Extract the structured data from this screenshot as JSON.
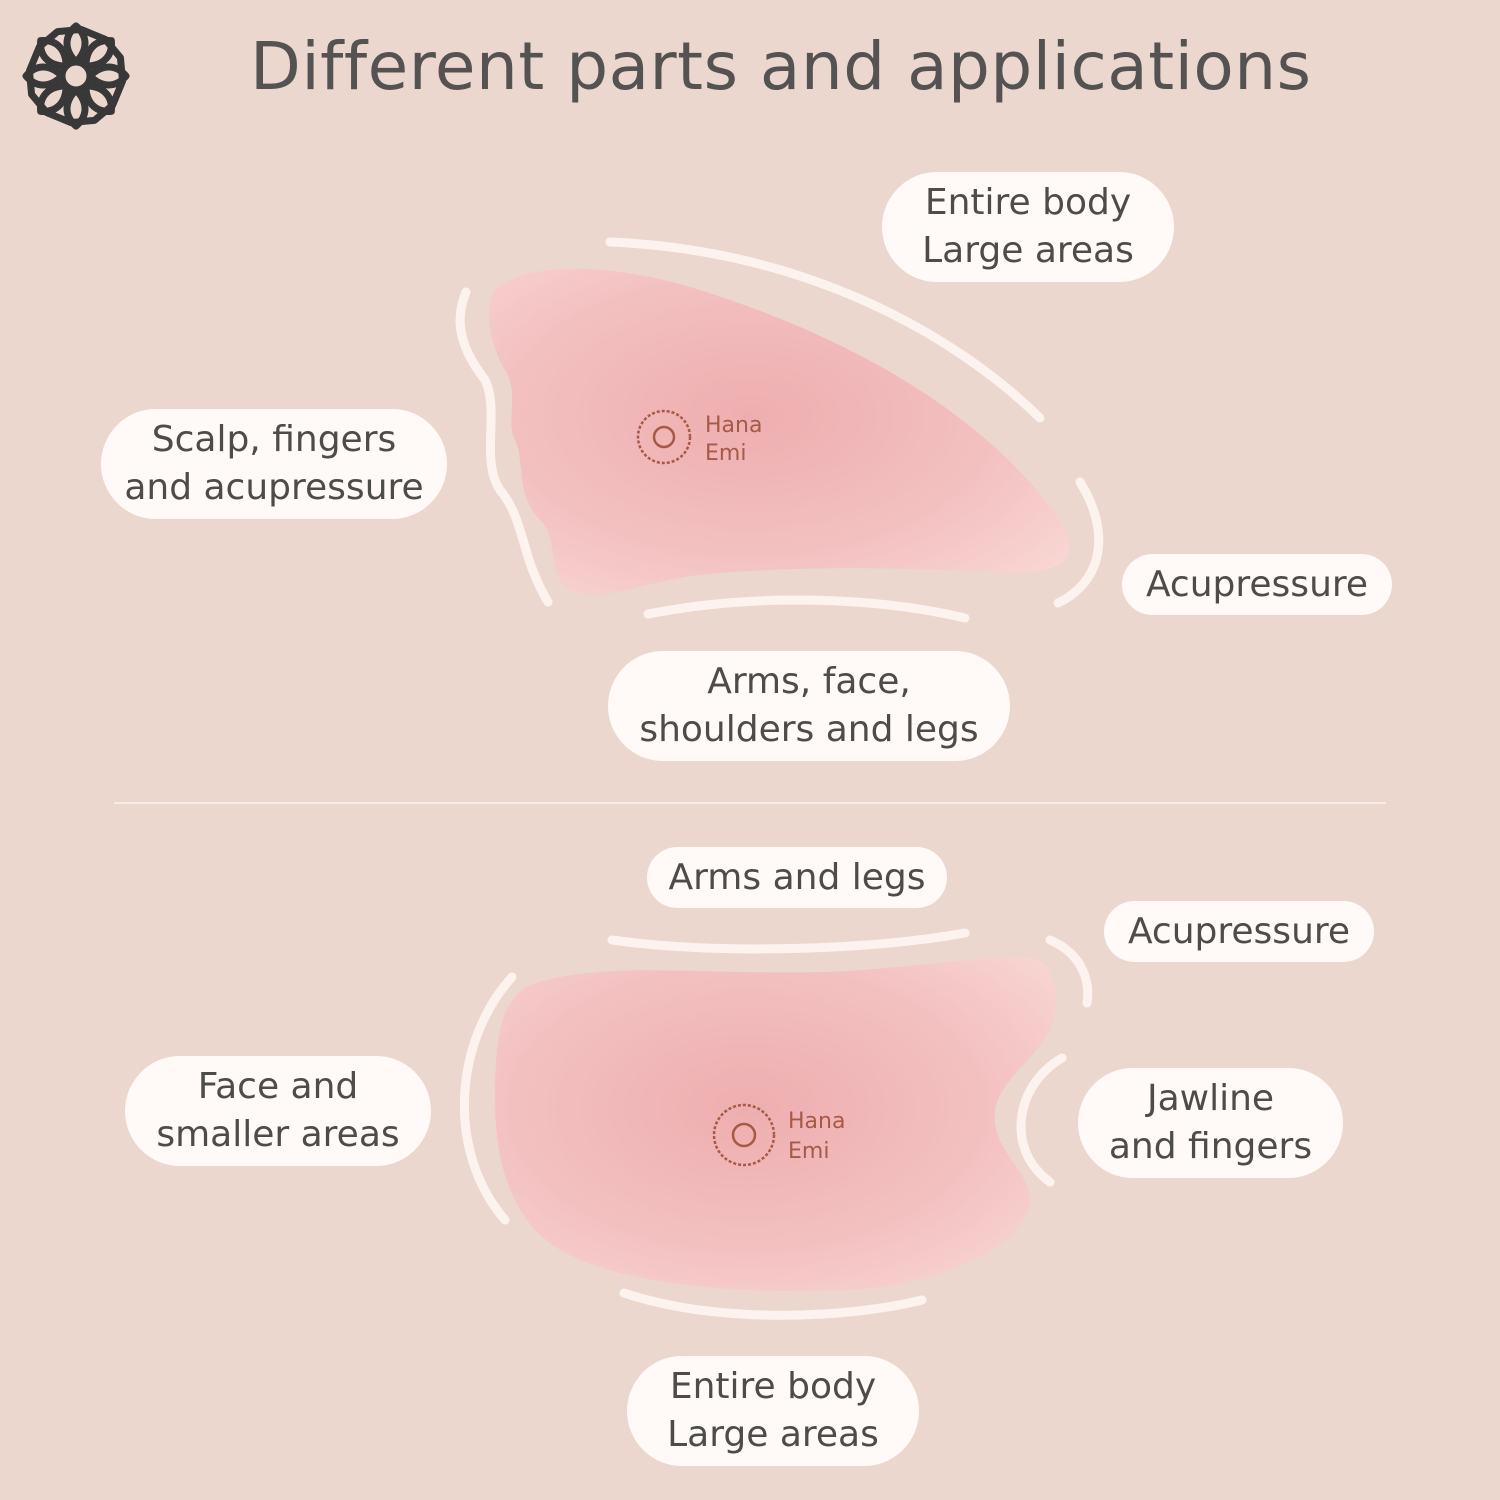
{
  "title": "Different parts and applications",
  "brand": {
    "logo_text": [
      "Hana",
      "Emi"
    ]
  },
  "colors": {
    "background": "#ecd7cf",
    "bubble": "#fffaf7",
    "text": "#4e4c4b",
    "stone": "#f0b9b8",
    "engraving": "#a65a45"
  },
  "stone_wing": {
    "labels": {
      "top": [
        "Entire body",
        "Large areas"
      ],
      "left": [
        "Scalp, fingers",
        "and acupressure"
      ],
      "right": [
        "Acupressure"
      ],
      "bottom": [
        "Arms, face,",
        "shoulders and legs"
      ]
    }
  },
  "stone_heart": {
    "labels": {
      "top": [
        "Arms and legs"
      ],
      "top_right": [
        "Acupressure"
      ],
      "left": [
        "Face and",
        "smaller areas"
      ],
      "right": [
        "Jawline",
        "and fingers"
      ],
      "bottom": [
        "Entire body",
        "Large areas"
      ]
    }
  }
}
